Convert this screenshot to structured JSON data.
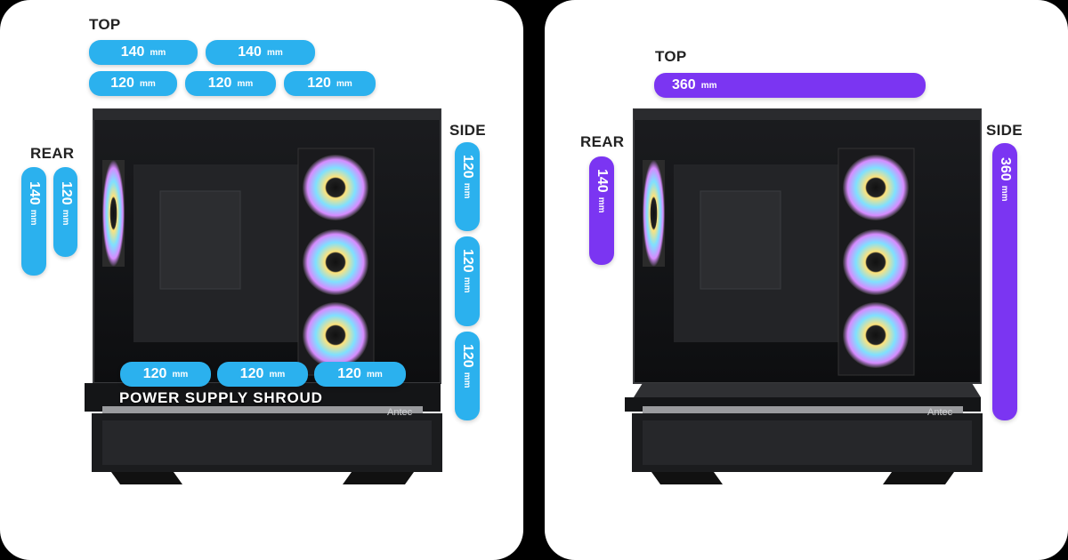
{
  "left_panel": {
    "top_label": "TOP",
    "top_row1": [
      {
        "size": "140",
        "unit": "mm"
      },
      {
        "size": "140",
        "unit": "mm"
      }
    ],
    "top_row2": [
      {
        "size": "120",
        "unit": "mm"
      },
      {
        "size": "120",
        "unit": "mm"
      },
      {
        "size": "120",
        "unit": "mm"
      }
    ],
    "rear_label": "REAR",
    "rear": [
      {
        "size": "140",
        "unit": "mm"
      },
      {
        "size": "120",
        "unit": "mm"
      }
    ],
    "side_label": "SIDE",
    "side": [
      {
        "size": "120",
        "unit": "mm"
      },
      {
        "size": "120",
        "unit": "mm"
      },
      {
        "size": "120",
        "unit": "mm"
      }
    ],
    "bottom": [
      {
        "size": "120",
        "unit": "mm"
      },
      {
        "size": "120",
        "unit": "mm"
      },
      {
        "size": "120",
        "unit": "mm"
      }
    ],
    "shroud_label": "POWER SUPPLY SHROUD",
    "brand": "Antec"
  },
  "right_panel": {
    "top_label": "TOP",
    "top": {
      "size": "360",
      "unit": "mm"
    },
    "rear_label": "REAR",
    "rear": {
      "size": "140",
      "unit": "mm"
    },
    "side_label": "SIDE",
    "side": {
      "size": "360",
      "unit": "mm"
    },
    "brand": "Antec"
  },
  "colors": {
    "blue": "#2bb1ee",
    "purple": "#7b35f2"
  }
}
